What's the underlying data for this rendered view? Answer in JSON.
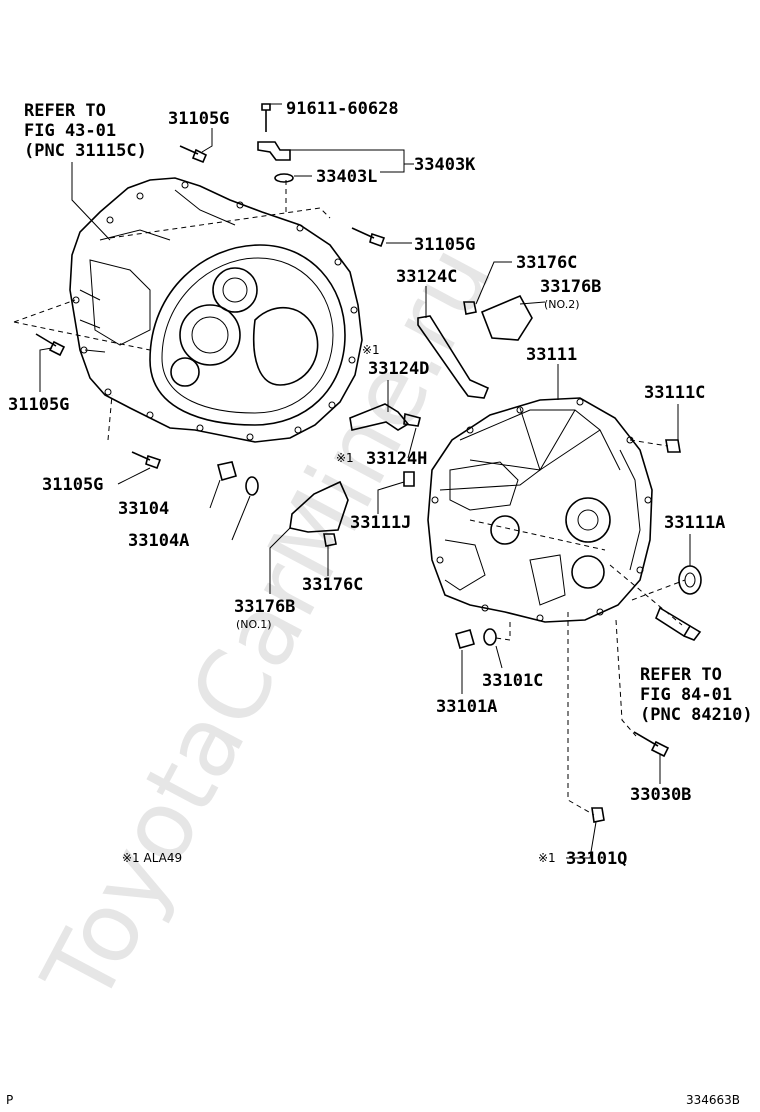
{
  "watermark": "ToyotaCarMine.ru",
  "refer_top_left": {
    "line1": "REFER TO",
    "line2": "FIG 43-01",
    "line3": "(PNC 31115C)"
  },
  "refer_right": {
    "line1": "REFER TO",
    "line2": "FIG 84-01",
    "line3": "(PNC 84210)"
  },
  "marker": "※1",
  "parts": {
    "p31105G_top": "31105G",
    "p91611": "91611-60628",
    "p33403K": "33403K",
    "p33403L": "33403L",
    "p31105G_mid": "31105G",
    "p33124C": "33124C",
    "p33176C_top": "33176C",
    "p33176B_top": "33176B",
    "p33176B_top_sub": "(NO.2)",
    "p31105G_left": "31105G",
    "p33111": "33111",
    "p33124D": "33124D",
    "p33111C": "33111C",
    "p33124H": "33124H",
    "p31105G_bottom": "31105G",
    "p33104": "33104",
    "p33104A": "33104A",
    "p33111J": "33111J",
    "p33111A": "33111A",
    "p33176C_bottom": "33176C",
    "p33176B_bottom": "33176B",
    "p33176B_bottom_sub": "(NO.1)",
    "p33101C": "33101C",
    "p33101A": "33101A",
    "p33030B": "33030B",
    "p33101Q": "33101Q"
  },
  "footnote": "※1 ALA49",
  "corner_left": "P",
  "figure_code": "334663B"
}
